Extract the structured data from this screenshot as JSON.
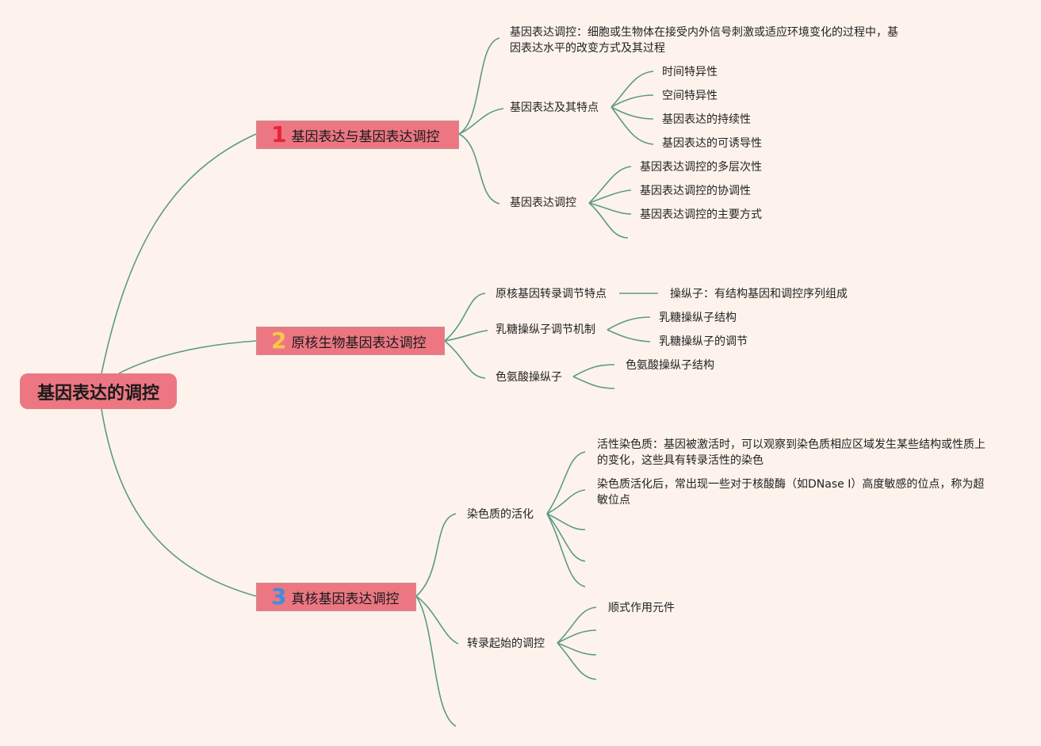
{
  "root": "基因表达的调控",
  "b1": {
    "number": "1",
    "label": "基因表达与基因表达调控",
    "definition": "基因表达调控：细胞或生物体在接受内外信号刺激或适应环境变化的过程中，基因表达水平的改变方式及其过程",
    "feature": {
      "label": "基因表达及其特点",
      "items": [
        "时间特异性",
        "空间特异性",
        "基因表达的持续性",
        "基因表达的可诱导性"
      ]
    },
    "regulation": {
      "label": "基因表达调控",
      "items": [
        "基因表达调控的多层次性",
        "基因表达调控的协调性",
        "基因表达调控的主要方式"
      ]
    }
  },
  "b2": {
    "number": "2",
    "label": "原核生物基因表达调控",
    "transcription": {
      "label": "原核基因转录调节特点",
      "item": "操纵子：有结构基因和调控序列组成"
    },
    "lac": {
      "label": "乳糖操纵子调节机制",
      "items": [
        "乳糖操纵子结构",
        "乳糖操纵子的调节"
      ]
    },
    "trp": {
      "label": "色氨酸操纵子",
      "items": [
        "色氨酸操纵子结构"
      ]
    }
  },
  "b3": {
    "number": "3",
    "label": "真核基因表达调控",
    "chromatin": {
      "label": "染色质的活化",
      "items": [
        "活性染色质：基因被激活时，可以观察到染色质相应区域发生某些结构或性质上的变化，这些具有转录活性的染色",
        "染色质活化后，常出现一些对于核酸酶（如DNase I）高度敏感的位点，称为超敏位点"
      ]
    },
    "initiation": {
      "label": "转录起始的调控",
      "items": [
        "顺式作用元件"
      ]
    }
  },
  "colors": {
    "background": "#fdf3ec",
    "node": "#ec7783",
    "link": "#5b9a86",
    "num1": "#e8233e",
    "num2": "#f7c948",
    "num3": "#3b8fe0"
  }
}
